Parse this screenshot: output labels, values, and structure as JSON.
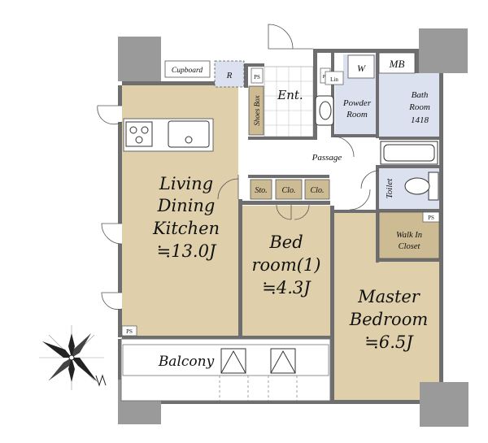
{
  "rooms": {
    "ldk": {
      "line1": "Living",
      "line2": "Dining",
      "line3": "Kitchen",
      "area": "≒13.0J"
    },
    "bedroom1": {
      "line1": "Bed",
      "line2": "room(1)",
      "area": "≒4.3J"
    },
    "master": {
      "line1": "Master",
      "line2": "Bedroom",
      "area": "≒6.5J"
    },
    "balcony": "Balcony",
    "entrance": "Ent.",
    "passage": "Passage",
    "powder": {
      "line1": "Powder",
      "line2": "Room"
    },
    "bath": {
      "line1": "Bath",
      "line2": "Room",
      "line3": "1418"
    },
    "toilet": "Toilet",
    "walkin": {
      "line1": "Walk In",
      "line2": "Closet"
    }
  },
  "fixtures": {
    "cupboard": "Cupboard",
    "fridge": "R",
    "shoes_box": "Shoes Box",
    "storage": "Sto.",
    "closet_a": "Clo.",
    "closet_b": "Clo.",
    "washer": "W",
    "linen": "Lin",
    "meter_box": "MB",
    "ps_entrance": "PS",
    "ps_powder": "PS",
    "ps_wic": "PS",
    "ps_ldk": "PS"
  },
  "colors": {
    "wood_floor": "#dfd0ab",
    "wet_floor": "#dbe1ee",
    "closet_fill": "#cdbb94",
    "wall": "#6e6e6e",
    "column": "#9a9a9a"
  }
}
